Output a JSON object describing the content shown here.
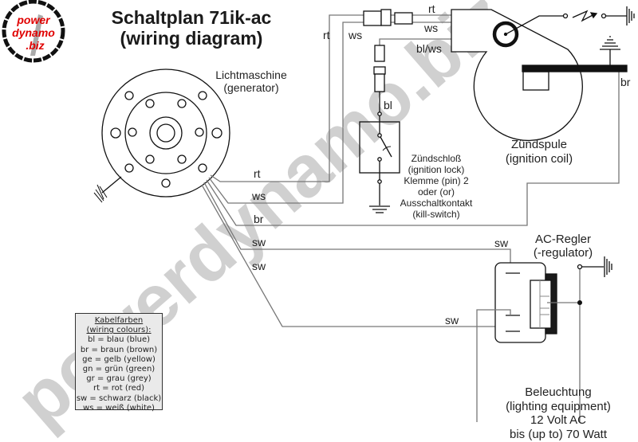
{
  "logo": {
    "line1": "power",
    "line2": "dynamo",
    "line3": ".biz"
  },
  "title": {
    "line1": "Schaltplan 71ik-ac",
    "line2": "(wiring diagram)"
  },
  "watermark": "powerdynamo.biz",
  "generator": {
    "line1": "Lichtmaschine",
    "line2": "(generator)"
  },
  "ignition_coil": {
    "line1": "Zündspule",
    "line2": "(ignition coil)"
  },
  "ignition_lock": {
    "lines": [
      "Zündschloß",
      "(ignition lock)",
      "Klemme (pin) 2",
      "oder (or)",
      "Ausschaltkontakt",
      "(kill-switch)"
    ]
  },
  "regulator": {
    "line1": "AC-Regler",
    "line2": "(-regulator)"
  },
  "lighting": {
    "lines": [
      "Beleuchtung",
      "(lighting equipment)",
      "12 Volt AC",
      "bis (up to) 70 Watt"
    ]
  },
  "wires": {
    "rt_gen": "rt",
    "ws_gen": "ws",
    "br_gen": "br",
    "sw_gen1": "sw",
    "sw_gen2": "sw",
    "rt_vert": "rt",
    "ws_vert": "ws",
    "rt_coil": "rt",
    "ws_coil": "ws",
    "blws_coil": "bl/ws",
    "bl_lock": "bl",
    "br_right": "br",
    "sw_reg_top": "sw",
    "sw_reg_bottom": "sw"
  },
  "legend": {
    "title1": "Kabelfarben",
    "title2": "(wiring colours):",
    "items": [
      "bl = blau (blue)",
      "br = braun (brown)",
      "ge = gelb (yellow)",
      "gn = grün (green)",
      "gr = grau (grey)",
      "rt = rot (red)",
      "sw = schwarz (black)",
      "ws = weiß (white)"
    ]
  }
}
